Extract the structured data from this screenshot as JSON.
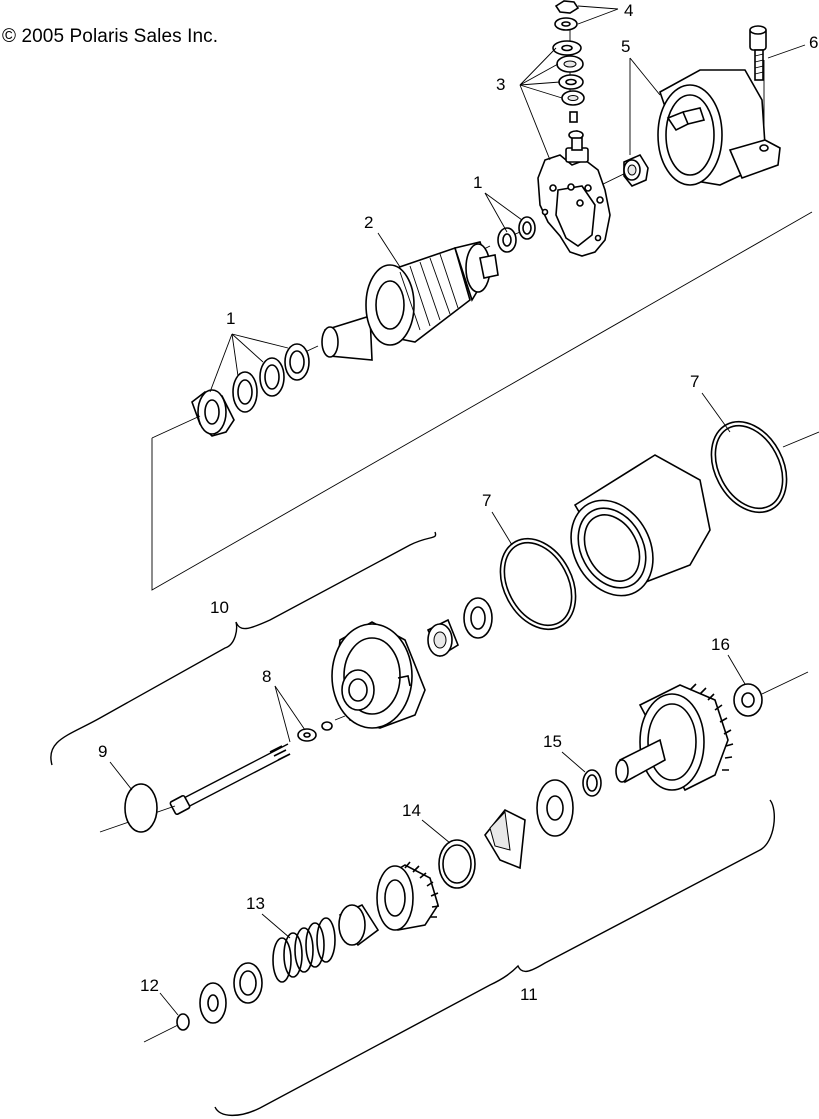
{
  "copyright": "© 2005 Polaris Sales Inc.",
  "callouts": {
    "c1a": "1",
    "c1b": "1",
    "c2": "2",
    "c3": "3",
    "c4": "4",
    "c5": "5",
    "c6": "6",
    "c7a": "7",
    "c7b": "7",
    "c8": "8",
    "c9": "9",
    "c10": "10",
    "c11": "11",
    "c12": "12",
    "c13": "13",
    "c14": "14",
    "c15": "15",
    "c16": "16"
  }
}
